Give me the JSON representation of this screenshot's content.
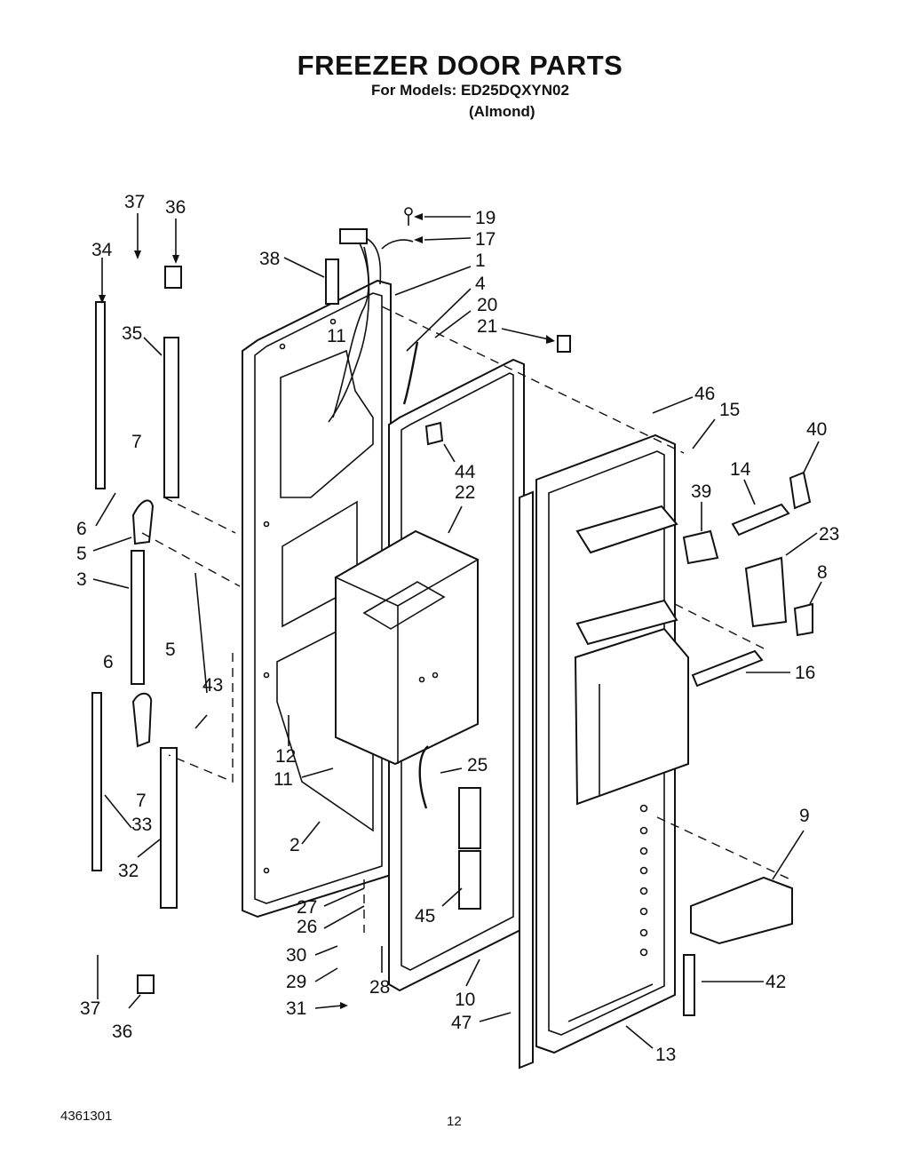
{
  "header": {
    "title": "FREEZER DOOR  PARTS",
    "models_line": "For Models: ED25DQXYN02",
    "color_line": "(Almond)"
  },
  "footer": {
    "doc_number": "4361301",
    "page_number": "12"
  },
  "callouts": [
    "37",
    "36",
    "34",
    "35",
    "7",
    "6",
    "5",
    "3",
    "6",
    "5",
    "43",
    "7",
    "33",
    "32",
    "37",
    "36",
    "38",
    "19",
    "17",
    "1",
    "4",
    "20",
    "21",
    "11",
    "44",
    "22",
    "12",
    "11",
    "2",
    "25",
    "45",
    "27",
    "26",
    "30",
    "29",
    "31",
    "28",
    "10",
    "47",
    "46",
    "15",
    "40",
    "14",
    "39",
    "23",
    "8",
    "16",
    "9",
    "42",
    "13"
  ]
}
